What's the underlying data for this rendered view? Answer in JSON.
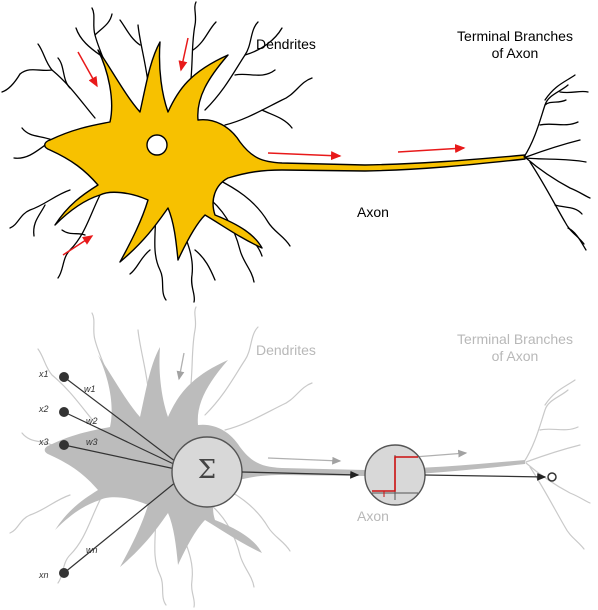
{
  "biological": {
    "dendrites": "Dendrites",
    "terminal_line1": "Terminal Branches",
    "terminal_line2": "of Axon",
    "axon": "Axon",
    "soma_color": "#f7c100",
    "arrow_color": "#e8191a"
  },
  "artificial": {
    "dendrites": "Dendrites",
    "terminal_line1": "Terminal Branches",
    "terminal_line2": "of Axon",
    "axon": "Axon",
    "sum_symbol": "Σ",
    "inputs": [
      "x1",
      "x2",
      "x3",
      "xn"
    ],
    "weights": [
      "w1",
      "w2",
      "w3",
      "wn"
    ],
    "ghost_color": "#b5b5b5",
    "node_fill": "#d8d8d8",
    "step_color": "#cc1111"
  }
}
